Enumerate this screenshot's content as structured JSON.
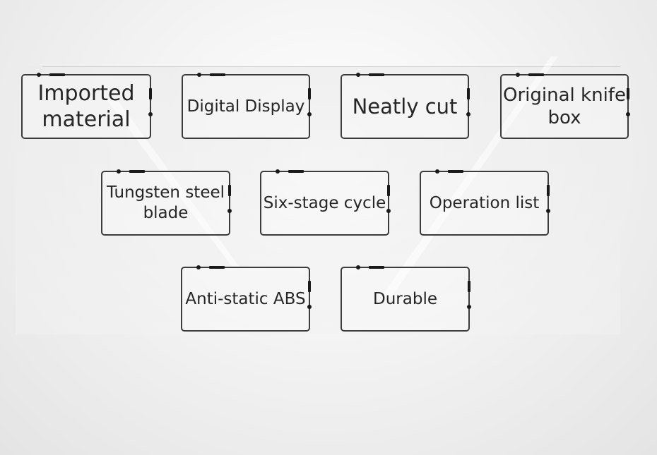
{
  "features": [
    {
      "id": "imported-material",
      "lines": [
        "Imported",
        "material"
      ]
    },
    {
      "id": "digital-display",
      "lines": [
        "Digital Display"
      ]
    },
    {
      "id": "neatly-cut",
      "lines": [
        "Neatly cut"
      ]
    },
    {
      "id": "original-knife-box",
      "lines": [
        "Original knife",
        "box"
      ]
    },
    {
      "id": "tungsten-steel-blade",
      "lines": [
        "Tungsten steel",
        "blade"
      ]
    },
    {
      "id": "six-stage-cycle",
      "lines": [
        "Six-stage cycle"
      ]
    },
    {
      "id": "operation-list",
      "lines": [
        "Operation list"
      ]
    },
    {
      "id": "anti-static-abs",
      "lines": [
        "Anti-static ABS"
      ]
    },
    {
      "id": "durable",
      "lines": [
        "Durable"
      ]
    }
  ],
  "colors": {
    "border": "#3c3c3c",
    "text": "#262626",
    "accent": "#1a1a1a"
  }
}
